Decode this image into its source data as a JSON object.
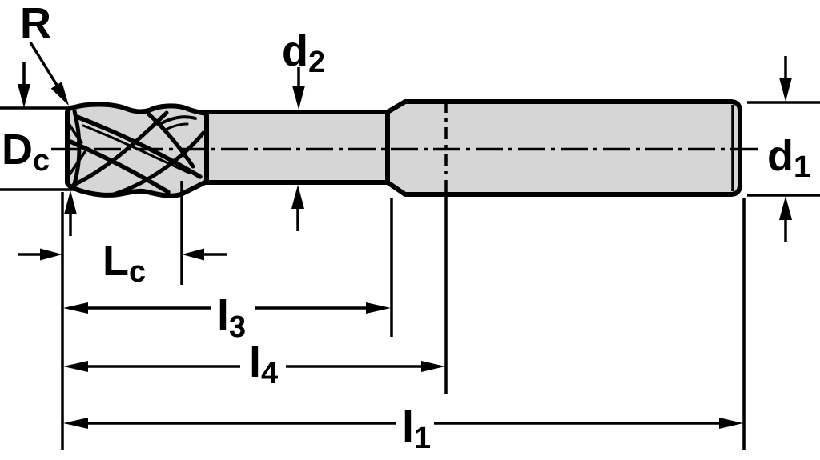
{
  "drawing": {
    "labels": {
      "corner_radius": "R",
      "cutting_diameter": {
        "base": "D",
        "sub": "c"
      },
      "neck_diameter": {
        "base": "d",
        "sub": "2"
      },
      "shank_diameter": {
        "base": "d",
        "sub": "1"
      },
      "cutting_length": {
        "base": "L",
        "sub": "c"
      },
      "length_l3": {
        "base": "l",
        "sub": "3"
      },
      "length_l4": {
        "base": "l",
        "sub": "4"
      },
      "overall_length": {
        "base": "l",
        "sub": "1"
      }
    },
    "colors": {
      "tool_fill": "#d6d6d6",
      "line": "#000000",
      "background": "#ffffff"
    }
  }
}
